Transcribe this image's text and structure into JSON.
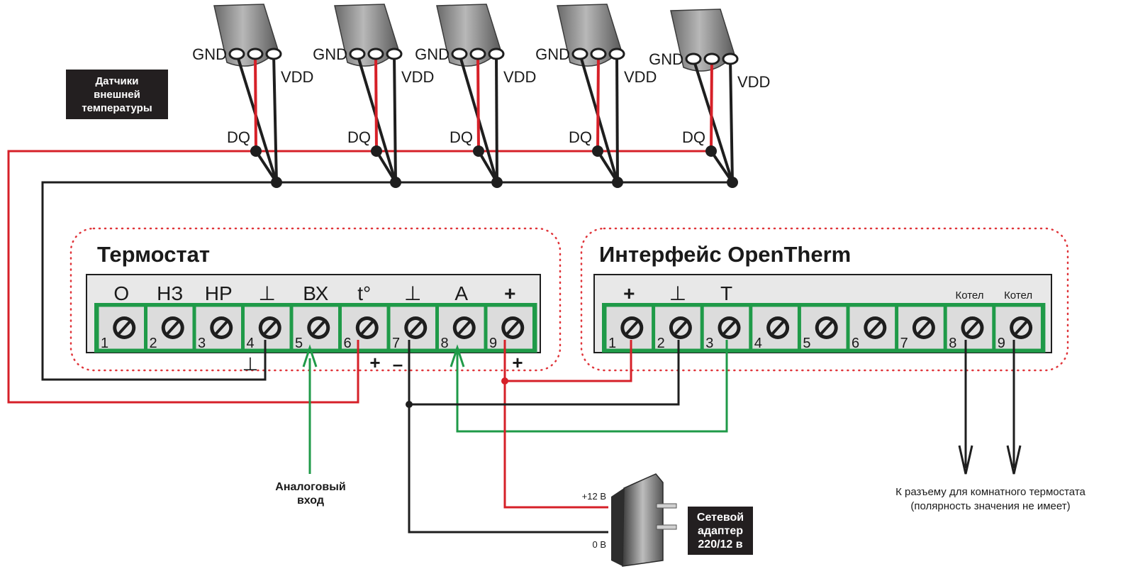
{
  "sensors": {
    "group_label": [
      "Датчики",
      "внешней",
      "температуры"
    ],
    "pin_gnd": "GND",
    "pin_vdd": "VDD",
    "pin_dq": "DQ"
  },
  "thermostat": {
    "title": "Термостат",
    "terminal_labels": [
      "О",
      "НЗ",
      "НР",
      "⊥",
      "ВХ",
      "t°",
      "⊥",
      "А",
      "+"
    ],
    "terminal_numbers": [
      "1",
      "2",
      "3",
      "4",
      "5",
      "6",
      "7",
      "8",
      "9"
    ],
    "below_marks": {
      "t4": "⊥",
      "t6_plus": "+",
      "t7_minus": "–",
      "t9_plus": "+"
    }
  },
  "opentherm": {
    "title": "Интерфейс OpenTherm",
    "terminal_labels": [
      "+",
      "⊥",
      "T",
      "",
      "",
      "",
      "",
      "Котел",
      "Котел"
    ],
    "terminal_numbers": [
      "1",
      "2",
      "3",
      "4",
      "5",
      "6",
      "7",
      "8",
      "9"
    ]
  },
  "analog_input": [
    "Аналоговый",
    "вход"
  ],
  "adapter": {
    "label": [
      "Сетевой",
      "адаптер",
      "220/12 в"
    ],
    "plus": "+12 В",
    "zero": "0 В"
  },
  "room_thermostat": [
    "К разъему для комнатного термостата",
    "(полярность значения не имеет)"
  ],
  "colors": {
    "red": "#d62028",
    "black": "#1e1e1e",
    "green": "#1f9a48",
    "dotted": "#e0353a",
    "panel": "#e8e8e8"
  }
}
